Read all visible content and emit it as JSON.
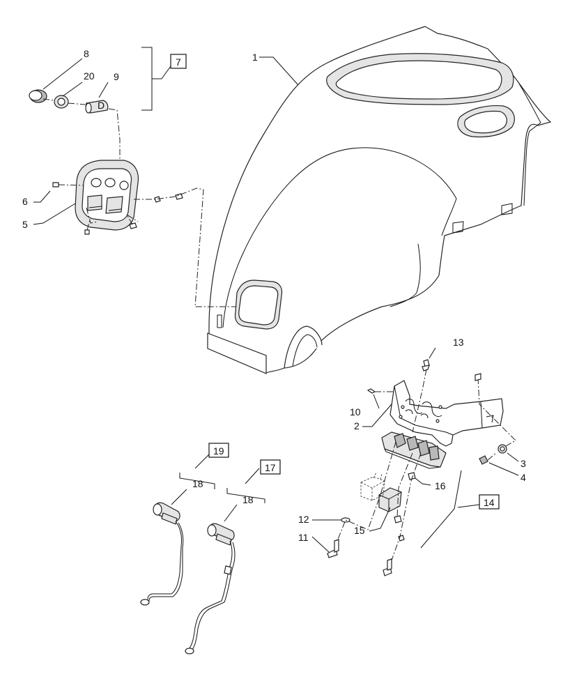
{
  "diagram": {
    "callouts": {
      "c1": "1",
      "c2": "2",
      "c3": "3",
      "c4": "4",
      "c5": "5",
      "c6": "6",
      "c7": "7",
      "c8": "8",
      "c9": "9",
      "c10": "10",
      "c11": "11",
      "c12": "12",
      "c13": "13",
      "c14": "14",
      "c15": "15",
      "c16": "16",
      "c17": "17",
      "c18a": "18",
      "c18b": "18",
      "c19": "19",
      "c20": "20"
    },
    "part_labels": {
      "plug_marking": "D"
    }
  }
}
